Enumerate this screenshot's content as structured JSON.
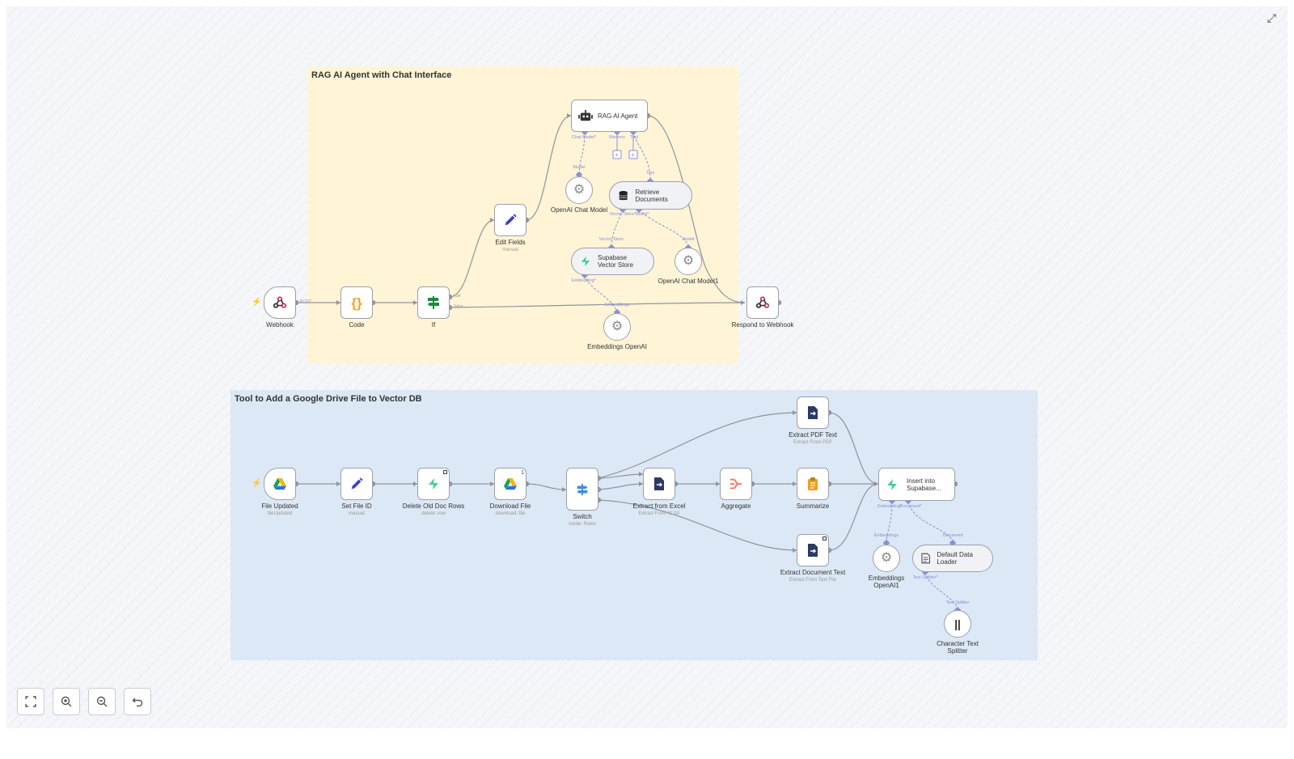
{
  "stickies": {
    "rag": {
      "title": "RAG AI Agent with Chat Interface",
      "color": "#fff4d6"
    },
    "tool": {
      "title": "Tool to Add a Google Drive File to Vector DB",
      "color": "#dce8f5"
    }
  },
  "nodes": {
    "webhook": {
      "label": "Webhook",
      "port": "POST",
      "icon": "webhook-icon"
    },
    "code": {
      "label": "Code",
      "icon": "code-braces-icon"
    },
    "if": {
      "label": "If",
      "true_label": "true",
      "false_label": "false",
      "icon": "signpost-icon"
    },
    "edit_fields": {
      "label": "Edit Fields",
      "sub": "manual",
      "icon": "pencil-icon"
    },
    "rag_agent": {
      "label": "RAG AI Agent",
      "icon": "robot-icon",
      "ports": {
        "chat_model": "Chat Model*",
        "memory": "Memory",
        "tool": "Tool"
      }
    },
    "openai_chat": {
      "label": "OpenAI Chat Model",
      "port": "Model",
      "icon": "openai-icon"
    },
    "retrieve_docs": {
      "label": "Retrieve Documents",
      "port_top": "Tool",
      "port_vs": "Vector Store*",
      "port_model": "Model*",
      "icon": "database-icon"
    },
    "supabase_vs": {
      "label": "Supabase Vector Store",
      "port_top": "Vector Store",
      "port_emb": "Embedding*",
      "icon": "supabase-icon"
    },
    "openai_chat1": {
      "label": "OpenAI Chat Model1",
      "port": "Model",
      "icon": "openai-icon"
    },
    "embeddings": {
      "label": "Embeddings OpenAI",
      "port": "Embeddings",
      "icon": "openai-icon"
    },
    "respond": {
      "label": "Respond to Webhook",
      "icon": "webhook-icon"
    },
    "file_updated": {
      "label": "File Updated",
      "sub": "fileUpdated",
      "icon": "google-drive-icon"
    },
    "set_file_id": {
      "label": "Set File ID",
      "sub": "manual",
      "icon": "pencil-icon"
    },
    "delete_rows": {
      "label": "Delete Old Doc Rows",
      "sub": "delete: row",
      "icon": "supabase-icon"
    },
    "download": {
      "label": "Download File",
      "sub": "download: file",
      "badge": "1",
      "icon": "google-drive-icon"
    },
    "switch": {
      "label": "Switch",
      "sub": "mode: Rules",
      "icon": "switch-icon"
    },
    "extract_excel": {
      "label": "Extract from Excel",
      "sub": "Extract From XLSX",
      "icon": "extract-icon"
    },
    "aggregate": {
      "label": "Aggregate",
      "icon": "aggregate-icon"
    },
    "summarize": {
      "label": "Summarize",
      "icon": "summarize-icon"
    },
    "extract_pdf": {
      "label": "Extract PDF Text",
      "sub": "Extract From PDF",
      "icon": "extract-icon"
    },
    "extract_doc": {
      "label": "Extract Document Text",
      "sub": "Extract From Text File",
      "icon": "extract-icon"
    },
    "insert": {
      "label": "Insert into Supabase...",
      "port_emb": "Embedding*",
      "port_doc": "Document*",
      "icon": "supabase-icon"
    },
    "embeddings1": {
      "label": "Embeddings OpenAI1",
      "port": "Embeddings",
      "icon": "openai-icon"
    },
    "loader": {
      "label": "Default Data Loader",
      "port": "Document",
      "port_split": "Text Splitter*",
      "icon": "document-icon"
    },
    "splitter": {
      "label": "Character Text Splitter",
      "port": "Text Splitter",
      "icon": "splitter-icon"
    }
  },
  "controls": {
    "fit": "fit-view-icon",
    "zoom_in": "zoom-in-icon",
    "zoom_out": "zoom-out-icon",
    "reset": "undo-icon"
  },
  "colors": {
    "edge": "#8f949c",
    "port_edge": "#8a8fd6",
    "supabase": "#3ecf8e",
    "pencil": "#3b3fcf",
    "if_green": "#1c8a3a"
  }
}
